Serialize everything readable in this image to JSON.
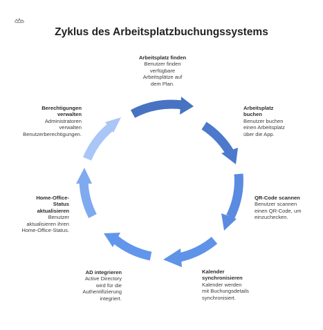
{
  "title": "Zyklus des Arbeitsplatzbuchungssystems",
  "colors": {
    "arrow_dark": "#4773c2",
    "arrow_mid": "#6196ec",
    "arrow_light": "#a9c6f7"
  },
  "steps": [
    {
      "head": [
        "Arbeitsplatz finden"
      ],
      "desc": [
        "Benutzer finden",
        "verfügbare",
        "Arbeitsplätze auf",
        "dem Plan."
      ]
    },
    {
      "head": [
        "Arbeitsplatz",
        "buchen"
      ],
      "desc": [
        "Benutzer buchen",
        "einen Arbeitsplatz",
        "über die App."
      ]
    },
    {
      "head": [
        "QR-Code scannen"
      ],
      "desc": [
        "Benutzer scannen",
        "einen QR-Code, um",
        "einzuchecken."
      ]
    },
    {
      "head": [
        "Kalender",
        "synchronisieren"
      ],
      "desc": [
        "Kalender werden",
        "mit Buchungsdetails",
        "synchronisiert."
      ]
    },
    {
      "head": [
        "AD integrieren"
      ],
      "desc": [
        "Active Directory",
        "wird für die",
        "Authentifizierung",
        "integriert."
      ]
    },
    {
      "head": [
        "Home-Office-",
        "Status",
        "aktualisieren"
      ],
      "desc": [
        "Benutzer",
        "aktualisieren ihren",
        "Home-Office-Status."
      ]
    },
    {
      "head": [
        "Berechtigungen",
        "verwalten"
      ],
      "desc": [
        "Administratoren",
        "verwalten",
        "Benutzerberechtigungen."
      ]
    }
  ]
}
